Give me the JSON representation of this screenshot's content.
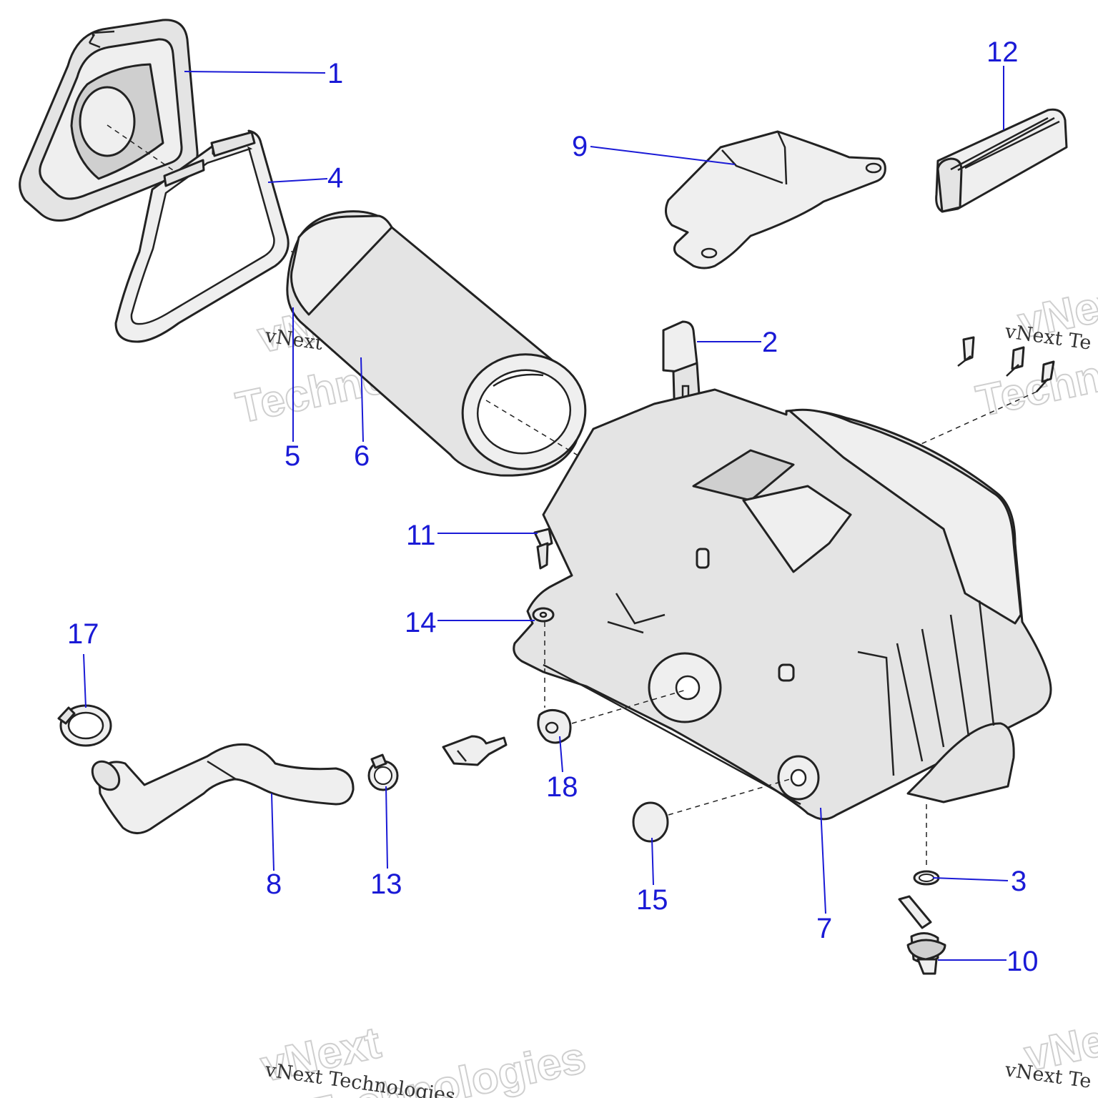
{
  "callouts": [
    {
      "label": "1"
    },
    {
      "label": "2"
    },
    {
      "label": "3"
    },
    {
      "label": "4"
    },
    {
      "label": "5"
    },
    {
      "label": "6"
    },
    {
      "label": "7"
    },
    {
      "label": "8"
    },
    {
      "label": "9"
    },
    {
      "label": "10"
    },
    {
      "label": "11"
    },
    {
      "label": "12"
    },
    {
      "label": "13"
    },
    {
      "label": "14"
    },
    {
      "label": "15"
    },
    {
      "label": "17"
    },
    {
      "label": "18"
    }
  ],
  "watermark": {
    "brand_top": "vNext",
    "brand_bottom": "Technologies",
    "caption": "vNext Technologies",
    "caption_cut": "vNext Te",
    "caption_cut_b": "vNext Technologies"
  },
  "colors": {
    "callout": "#1a1ad6",
    "line_art": "#222222",
    "part_fill": "#e4e4e4"
  }
}
